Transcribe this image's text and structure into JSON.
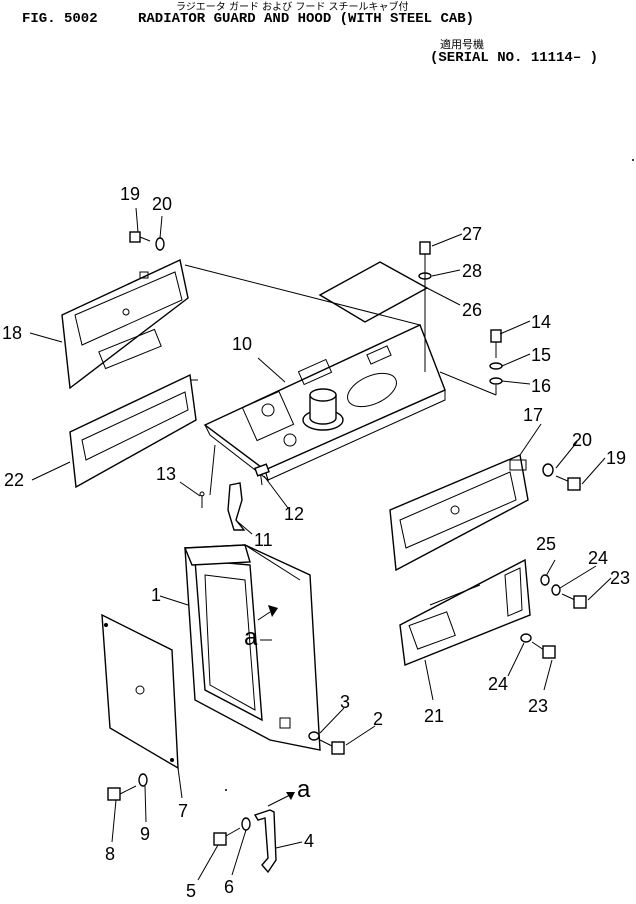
{
  "header": {
    "fig_label": "FIG. 5002",
    "title": "RADIATOR GUARD AND HOOD (WITH STEEL CAB)",
    "title_jp": "ラジエータ ガード および フード スチールキャブ付",
    "serial_jp": "適用号機",
    "serial_no": "(SERIAL NO. 11114– )"
  },
  "callouts": {
    "c1": "1",
    "c2": "2",
    "c3": "3",
    "c4": "4",
    "c5": "5",
    "c6": "6",
    "c7": "7",
    "c8": "8",
    "c9": "9",
    "c10": "10",
    "c11": "11",
    "c12": "12",
    "c13": "13",
    "c14": "14",
    "c15": "15",
    "c16": "16",
    "c17": "17",
    "c18": "18",
    "c19a": "19",
    "c19b": "19",
    "c20a": "20",
    "c20b": "20",
    "c21": "21",
    "c22": "22",
    "c23a": "23",
    "c23b": "23",
    "c24a": "24",
    "c24b": "24",
    "c25": "25",
    "c26": "26",
    "c27": "27",
    "c28": "28"
  },
  "references": {
    "a1": "a",
    "a2": "a"
  }
}
